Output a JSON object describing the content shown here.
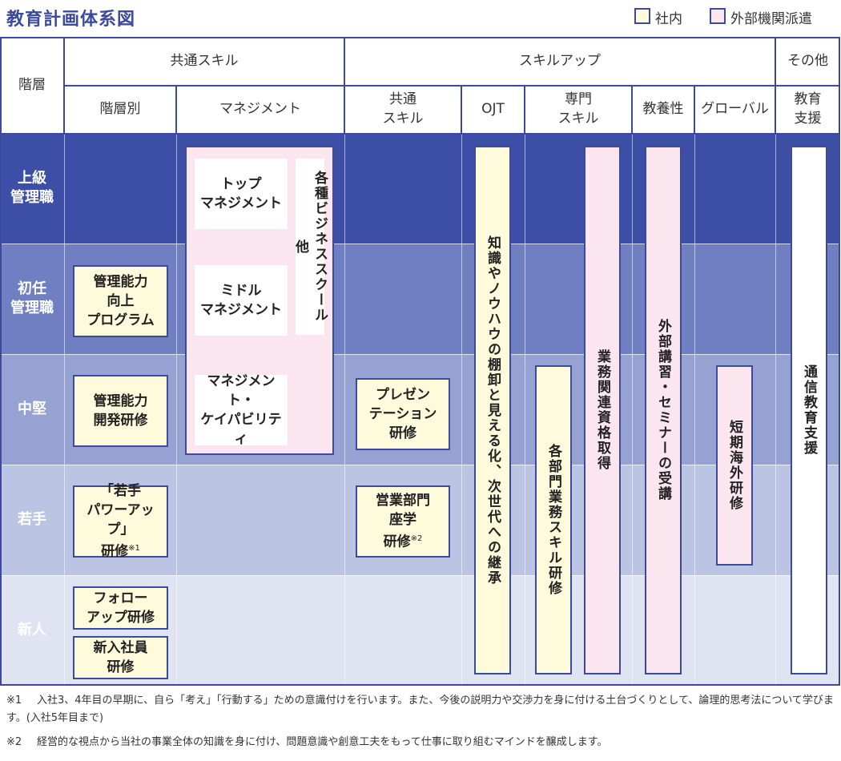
{
  "title": "教育計画体系図",
  "legend": [
    {
      "label": "社内",
      "color": "#fdfbdc"
    },
    {
      "label": "外部機関派遣",
      "color": "#fbe6ef"
    }
  ],
  "header": {
    "level_label": "階層",
    "group_common": "共通スキル",
    "group_skillup": "スキルアップ",
    "group_other": "その他",
    "columns": [
      "階層別",
      "マネジメント",
      "共通\nスキル",
      "OJT",
      "専門\nスキル",
      "教養性",
      "グローバル",
      "教育\n支援"
    ]
  },
  "rows": [
    "上級\n管理職",
    "初任\n管理職",
    "中堅",
    "若手",
    "新人"
  ],
  "row_colors": [
    "#3c4ea5",
    "#6f7fc1",
    "#96a2d2",
    "#bcc4e3",
    "#dfe3f2"
  ],
  "programs": {
    "mgmt_ability_program": "管理能力\n向上\nプログラム",
    "mgmt_dev_training": "管理能力\n開発研修",
    "young_powerup": "「若手\nパワーアップ」\n研修",
    "young_powerup_note": "※1",
    "followup": "フォロー\nアップ研修",
    "new_hire": "新入社員\n研修",
    "top_mgmt": "トップ\nマネジメント",
    "middle_mgmt": "ミドル\nマネジメント",
    "mgmt_capability": "マネジメント・\nケイパビリティ",
    "business_school": "各種ビジネススクール 他",
    "presentation": "プレゼン\nテーション\n研修",
    "sales_lecture": "営業部門\n座学\n研修",
    "sales_lecture_note": "※2",
    "ojt_knowhow": "知識やノウハウの棚卸と見える化、次世代への継承",
    "dept_skill": "各部門業務スキル研修",
    "qualification": "業務関連資格取得",
    "external_seminar": "外部講習・セミナーの受講",
    "overseas": "短期海外研修",
    "correspondence": "通信教育支援"
  },
  "notes": [
    {
      "mark": "※1",
      "text": "入社3、4年目の早期に、自ら「考え」「行動する」ための意識付けを行います。また、今後の説明力や交渉力を身に付ける土台づくりとして、論理的思考法について学びます。(入社5年目まで)"
    },
    {
      "mark": "※2",
      "text": "経営的な視点から当社の事業全体の知識を身に付け、問題意識や創意工夫をもって仕事に取り組むマインドを醸成します。"
    }
  ]
}
